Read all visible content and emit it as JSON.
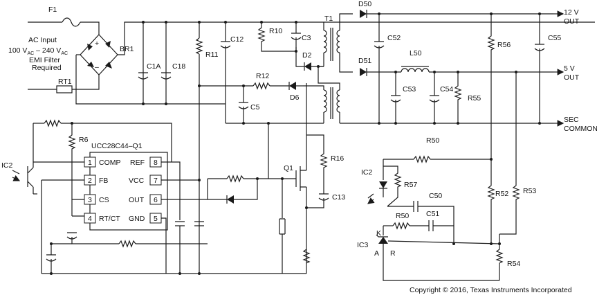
{
  "fuse": "F1",
  "ac_input": {
    "line1": "AC Input",
    "line2_pre": "100 V",
    "line2_sub1": "AC",
    "line2_mid": " – 240 V",
    "line2_sub2": "AC",
    "line3": "EMI Filter",
    "line4": "Required"
  },
  "bridge": "BR1",
  "bridge_plus": "+",
  "bridge_minus": "–",
  "ic1": {
    "name": "UCC28C44–Q1",
    "pins": [
      {
        "num": "1",
        "label": "COMP"
      },
      {
        "num": "2",
        "label": "FB"
      },
      {
        "num": "3",
        "label": "CS"
      },
      {
        "num": "4",
        "label": "RT/CT"
      },
      {
        "num": "8",
        "label": "REF"
      },
      {
        "num": "7",
        "label": "VCC"
      },
      {
        "num": "6",
        "label": "OUT"
      },
      {
        "num": "5",
        "label": "GND"
      }
    ]
  },
  "components": {
    "RT1": "RT1",
    "C1A": "C1A",
    "C18": "C18",
    "R11": "R11",
    "C12": "C12",
    "R10": "R10",
    "C3": "C3",
    "D2": "D2",
    "T1": "T1",
    "R12": "R12",
    "D6": "D6",
    "C5": "C5",
    "R6": "R6",
    "IC2a": "IC2",
    "Q1": "Q1",
    "R16": "R16",
    "C13": "C13",
    "D50": "D50",
    "D51": "D51",
    "C52": "C52",
    "L50": "L50",
    "C53": "C53",
    "C54": "C54",
    "R55": "R55",
    "R56": "R56",
    "C55": "C55",
    "R50a": "R50",
    "IC2b": "IC2",
    "R57": "R57",
    "C50": "C50",
    "C51": "C51",
    "R50b": "R50",
    "R52": "R52",
    "R53": "R53",
    "IC3": "IC3",
    "K": "K",
    "A": "A",
    "R": "R",
    "R54": "R54"
  },
  "outputs": {
    "out12_l1": "12 V",
    "out12_l2": "OUT",
    "out5_l1": "5 V",
    "out5_l2": "OUT",
    "sec_l1": "SEC",
    "sec_l2": "COMMON"
  },
  "copyright": "Copyright © 2016, Texas Instruments Incorporated"
}
